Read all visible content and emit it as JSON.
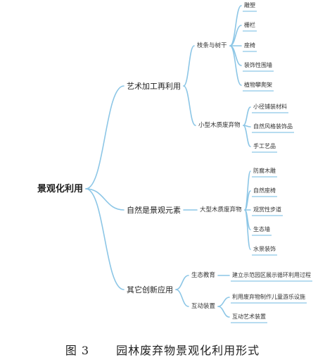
{
  "diagram": {
    "line_color": "#8cc6e6",
    "root": "景观化利用",
    "branches": [
      {
        "label": "艺术加工再利用",
        "children": [
          {
            "label": "枝条与树干",
            "leaves": [
              "雕塑",
              "栅栏",
              "座椅",
              "装饰性围墙",
              "植物攀爬架"
            ]
          },
          {
            "label": "小型木质废弃物",
            "leaves": [
              "小径铺装材料",
              "自然风格装饰品",
              "手工艺品"
            ]
          }
        ]
      },
      {
        "label": "自然是景观元素",
        "children": [
          {
            "label": "大型木质废弃物",
            "leaves": [
              "防腐木雕",
              "自然座椅",
              "观赏性步道",
              "生态墙",
              "水景装饰"
            ]
          }
        ]
      },
      {
        "label": "其它创新应用",
        "children": [
          {
            "label": "生态教育",
            "leaves": [
              "建立示范园区展示循环利用过程"
            ]
          },
          {
            "label": "互动装置",
            "leaves": [
              "利用废弃物制作儿童游乐设施",
              "互动艺术装置"
            ]
          }
        ]
      }
    ]
  },
  "caption": {
    "figure_no": "图 3",
    "title": "园林废弃物景观化利用形式"
  }
}
